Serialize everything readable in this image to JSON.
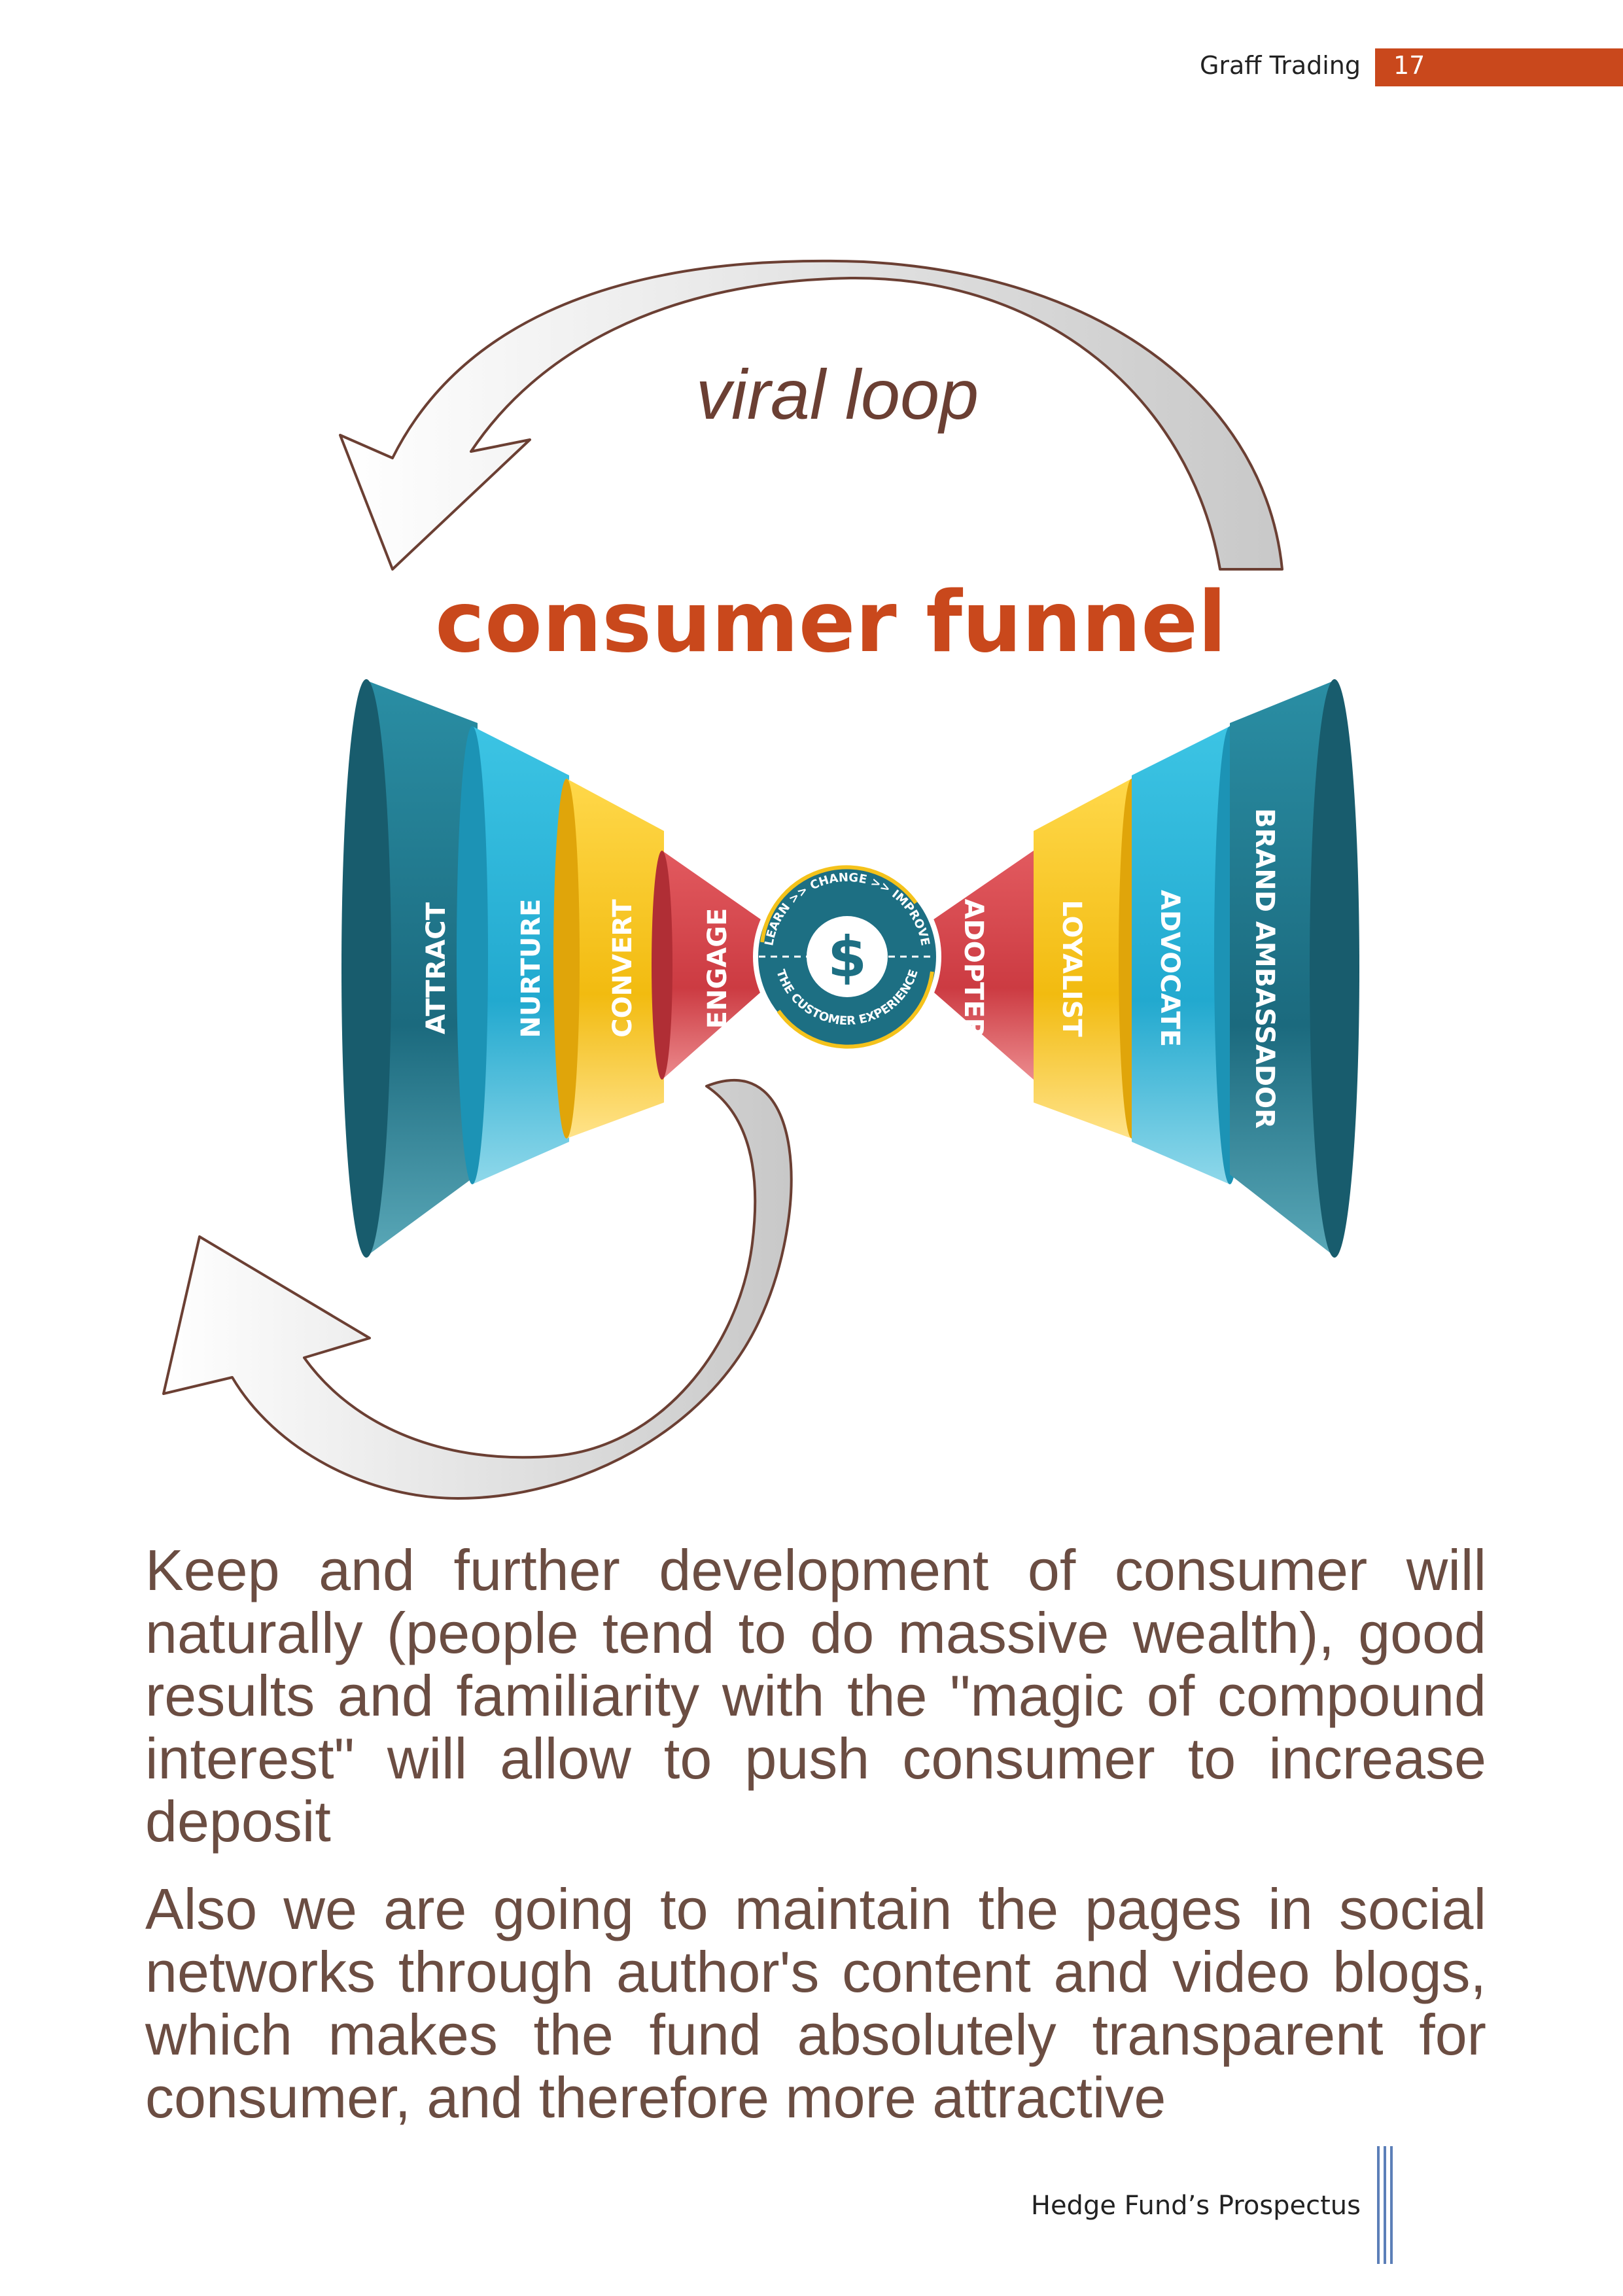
{
  "header": {
    "title": "Graff Trading",
    "page_number": "17",
    "accent_color": "#c9481c"
  },
  "diagram": {
    "loop_label": "viral loop",
    "funnel_title": "consumer funnel",
    "center_ring_top": "LEARN >> CHANGE >> IMPROVE",
    "center_ring_bottom": "THE CUSTOMER EXPERIENCE",
    "center_symbol": "$",
    "left_stages": [
      "ATTRACT",
      "NURTURE",
      "CONVERT",
      "ENGAGE"
    ],
    "right_stages": [
      "ADOPTER",
      "LOYALIST",
      "ADVOCATE",
      "BRAND AMBASSADOR"
    ],
    "colors": {
      "teal": "#1d6f83",
      "sky": "#2bb3d6",
      "yellow": "#f4c21b",
      "red": "#d8454c",
      "title": "#c9481c",
      "arrow_outline": "#6b3f33"
    }
  },
  "body": {
    "paragraph1": "Keep and further development of consumer will naturally (people tend to do massive wealth), good results and familiarity with the \"magic of compound interest\" will allow to push consumer to increase deposit",
    "paragraph2": "Also we are going to maintain the pages in social networks through author's content and video blogs, which makes the fund absolutely transparent for consumer, and therefore more attractive"
  },
  "footer": {
    "text": "Hedge Fund’s Prospectus"
  }
}
